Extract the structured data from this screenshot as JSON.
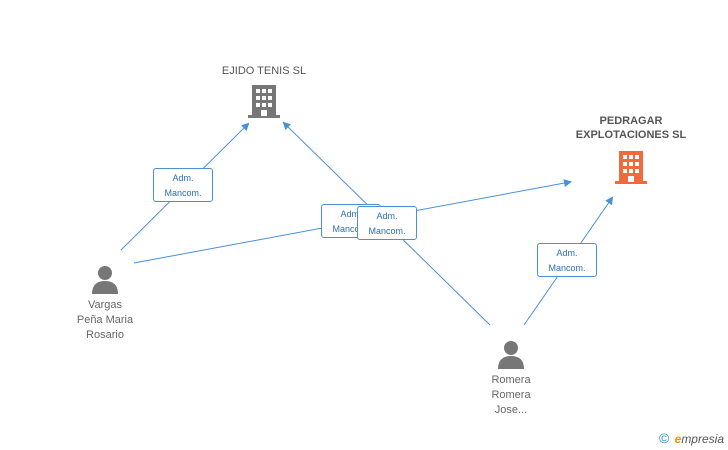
{
  "companies": [
    {
      "id": "ejido",
      "name": "EJIDO TENIS SL",
      "icon": "building-icon",
      "color": "#777777"
    },
    {
      "id": "pedragar",
      "name_line1": "PEDRAGAR",
      "name_line2": "EXPLOTACIONES SL",
      "icon": "building-icon",
      "color": "#f06a3a"
    }
  ],
  "persons": [
    {
      "id": "vargas",
      "line1": "Vargas",
      "line2": "Peña Maria",
      "line3": "Rosario",
      "icon": "person-icon",
      "color": "#777777"
    },
    {
      "id": "romera",
      "line1": "Romera",
      "line2": "Romera",
      "line3": "Jose...",
      "icon": "person-icon",
      "color": "#777777"
    }
  ],
  "relations": [
    {
      "line1": "Adm.",
      "line2": "Mancom."
    },
    {
      "line1": "Adm.",
      "line2": "Mancom."
    },
    {
      "line1": "Adm.",
      "line2": "Mancom."
    },
    {
      "line1": "Adm.",
      "line2": "Mancom."
    }
  ],
  "footer": {
    "copyright_symbol": "©",
    "brand_initial": "e",
    "brand_rest": "mpresia"
  },
  "colors": {
    "edge": "#4a90d9",
    "relation_text": "#2e6fb3"
  }
}
